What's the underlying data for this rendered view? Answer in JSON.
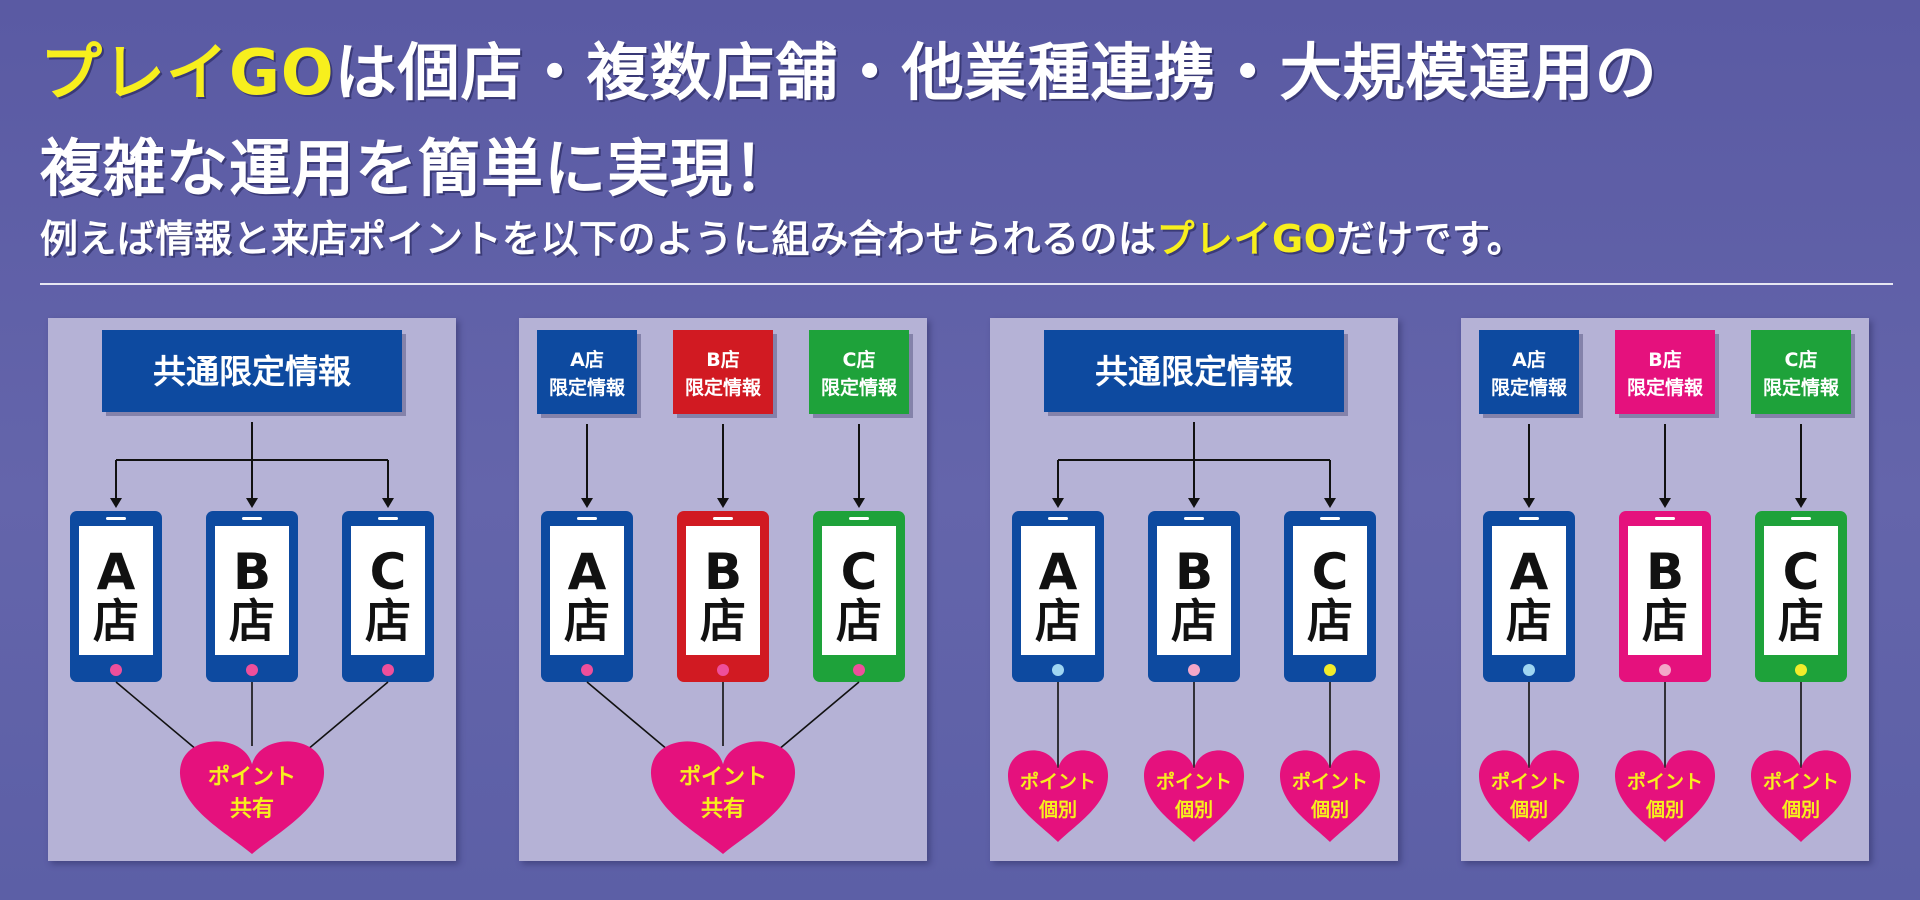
{
  "headline": {
    "line1_brand": "プレイGO",
    "line1_rest": "は個店・複数店舗・他業種連携・大規模運用の",
    "line2": "複雑な運用を簡単に実現！",
    "line3_pre": "例えば情報と来店ポイントを以下のように組み合わせられるのは",
    "line3_brand": "プレイGO",
    "line3_post": "だけです。"
  },
  "colors": {
    "brand_yellow": "#f7ef1d",
    "blue": "#0d4aa0",
    "red": "#d11a22",
    "green": "#1ea23a",
    "magenta": "#e5117d",
    "heart_text": "#f7ef1d"
  },
  "panels": [
    {
      "info_mode": "shared",
      "info_label": "共通限定情報",
      "stores": [
        {
          "letter": "A",
          "ten": "店",
          "color": "#0d4aa0",
          "dot": "#ee4f9b"
        },
        {
          "letter": "B",
          "ten": "店",
          "color": "#0d4aa0",
          "dot": "#ee4f9b"
        },
        {
          "letter": "C",
          "ten": "店",
          "color": "#0d4aa0",
          "dot": "#ee4f9b"
        }
      ],
      "point_mode": "shared",
      "point_line1": "ポイント",
      "point_line2": "共有"
    },
    {
      "info_mode": "individual",
      "info_boxes": [
        {
          "line1": "A店",
          "line2": "限定情報",
          "color": "#0d4aa0"
        },
        {
          "line1": "B店",
          "line2": "限定情報",
          "color": "#d11a22"
        },
        {
          "line1": "C店",
          "line2": "限定情報",
          "color": "#1ea23a"
        }
      ],
      "stores": [
        {
          "letter": "A",
          "ten": "店",
          "color": "#0d4aa0",
          "dot": "#ee4f9b"
        },
        {
          "letter": "B",
          "ten": "店",
          "color": "#d11a22",
          "dot": "#ee4f9b"
        },
        {
          "letter": "C",
          "ten": "店",
          "color": "#1ea23a",
          "dot": "#ee4f9b"
        }
      ],
      "point_mode": "shared",
      "point_line1": "ポイント",
      "point_line2": "共有"
    },
    {
      "info_mode": "shared",
      "info_label": "共通限定情報",
      "stores": [
        {
          "letter": "A",
          "ten": "店",
          "color": "#0d4aa0",
          "dot": "#9fd6f2"
        },
        {
          "letter": "B",
          "ten": "店",
          "color": "#0d4aa0",
          "dot": "#f3a7c8"
        },
        {
          "letter": "C",
          "ten": "店",
          "color": "#0d4aa0",
          "dot": "#f2ec2b"
        }
      ],
      "point_mode": "individual",
      "point_line1": "ポイント",
      "point_line2": "個別"
    },
    {
      "info_mode": "individual",
      "info_boxes": [
        {
          "line1": "A店",
          "line2": "限定情報",
          "color": "#0d4aa0"
        },
        {
          "line1": "B店",
          "line2": "限定情報",
          "color": "#e5117d"
        },
        {
          "line1": "C店",
          "line2": "限定情報",
          "color": "#1ea23a"
        }
      ],
      "stores": [
        {
          "letter": "A",
          "ten": "店",
          "color": "#0d4aa0",
          "dot": "#9fd6f2"
        },
        {
          "letter": "B",
          "ten": "店",
          "color": "#e5117d",
          "dot": "#f3a7c8"
        },
        {
          "letter": "C",
          "ten": "店",
          "color": "#1ea23a",
          "dot": "#f2ec2b"
        }
      ],
      "point_mode": "individual",
      "point_line1": "ポイント",
      "point_line2": "個別"
    }
  ]
}
